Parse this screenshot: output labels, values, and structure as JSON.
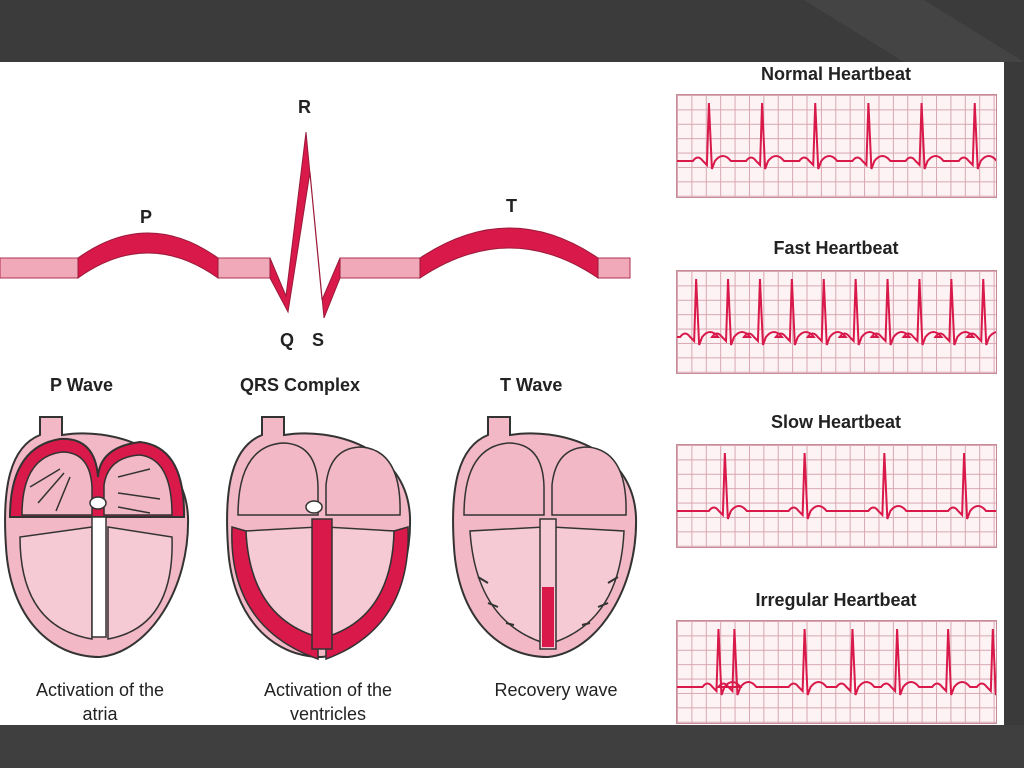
{
  "waveform": {
    "peak_labels": {
      "p": "P",
      "r": "R",
      "q": "Q",
      "s": "S",
      "t": "T"
    }
  },
  "phases": [
    {
      "title": "P Wave",
      "caption_line1": "Activation of the",
      "caption_line2": "atria"
    },
    {
      "title": "QRS Complex",
      "caption_line1": "Activation of the",
      "caption_line2": "ventricles"
    },
    {
      "title": "T Wave",
      "caption_line1": "Recovery wave",
      "caption_line2": ""
    }
  ],
  "ecg_strips": [
    {
      "title": "Normal Heartbeat",
      "beats": 6,
      "style": "normal"
    },
    {
      "title": "Fast Heartbeat",
      "beats": 10,
      "style": "fast"
    },
    {
      "title": "Slow Heartbeat",
      "beats": 4,
      "style": "slow"
    },
    {
      "title": "Irregular Heartbeat",
      "beats": 7,
      "style": "irregular"
    }
  ],
  "colors": {
    "accent": "#d9194a",
    "tissue": "#f2b8c6",
    "band": "#f0a9b9",
    "grid": "#d7a7b1",
    "background": "#3a3a3a"
  }
}
